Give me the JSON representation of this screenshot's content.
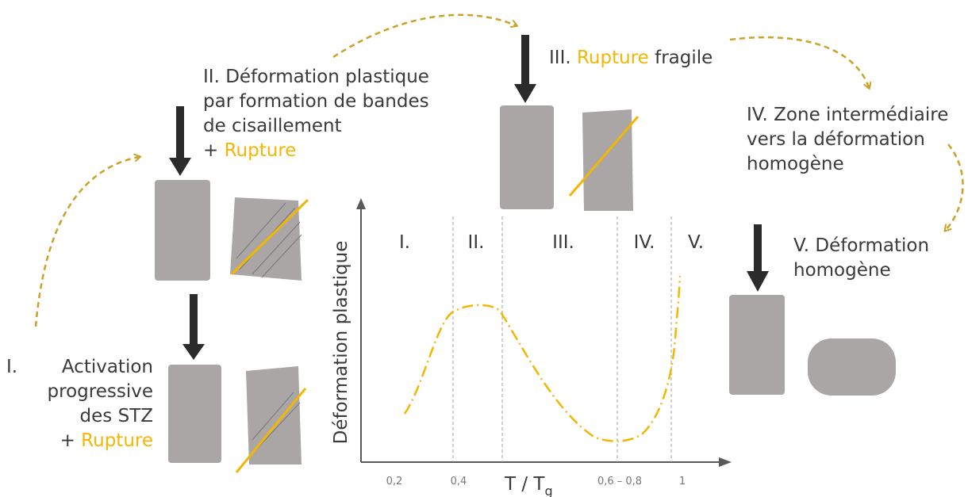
{
  "colors": {
    "accent": "#f2b705",
    "arrow_dashed": "#c9a227",
    "specimen": "#aaa6a5",
    "text": "#3a3a3a"
  },
  "stage1": {
    "prefix": "I.",
    "line1": "Activation",
    "line2": "progressive",
    "line3": "des STZ",
    "plus": "+ ",
    "rupture": "Rupture"
  },
  "stage2": {
    "line1": "II. Déformation plastique",
    "line2": "par formation de bandes",
    "line3": "de cisaillement",
    "plus": "+ ",
    "rupture": "Rupture"
  },
  "stage3": {
    "prefix": "III. ",
    "rupture": "Rupture",
    "suffix": " fragile"
  },
  "stage4": {
    "line1": "IV. Zone intermédiaire",
    "line2": "vers la déformation",
    "line3": "homogène"
  },
  "stage5": {
    "line1": "V. Déformation",
    "line2": "homogène"
  },
  "chart_data": {
    "type": "line",
    "ylabel": "Déformation plastique",
    "xlabel_main": "T / T",
    "xlabel_sub": "g",
    "regions": [
      "I.",
      "II.",
      "III.",
      "IV.",
      "V."
    ],
    "region_boundaries": [
      0.4,
      0.5,
      0.7,
      0.9
    ],
    "x_ticks": [
      "0,2",
      "0,4",
      "0,6 – 0,8",
      "1"
    ],
    "grid": false,
    "legend": "none"
  }
}
